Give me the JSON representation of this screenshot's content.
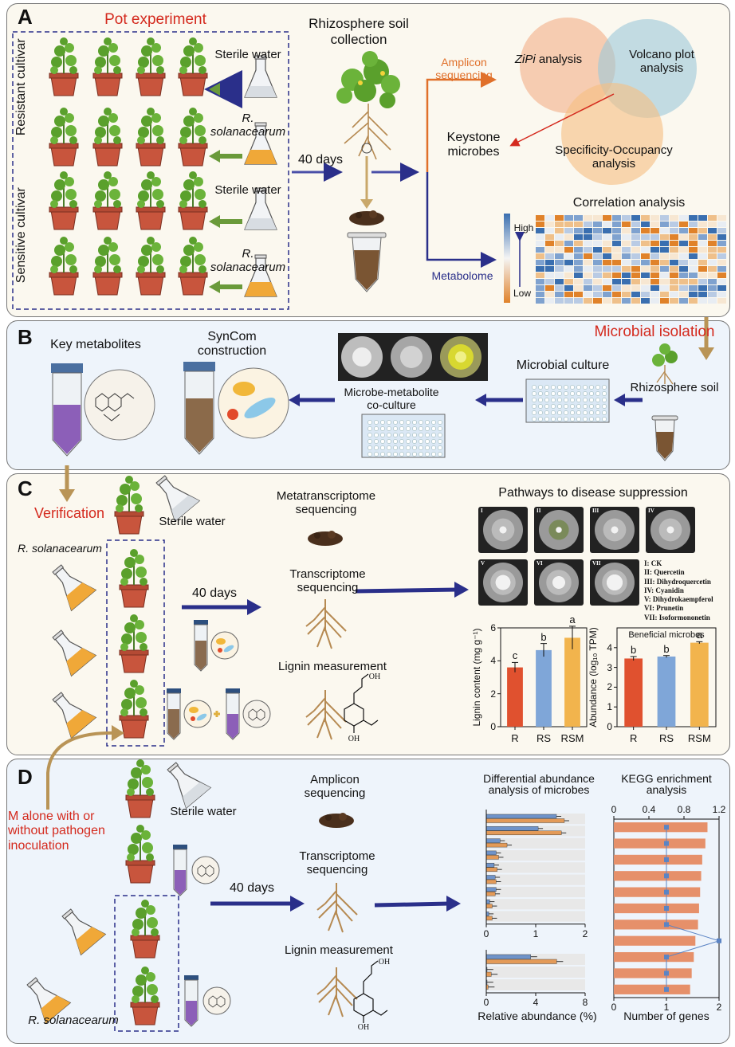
{
  "panels": {
    "a": {
      "letter": "A",
      "pot_experiment": "Pot experiment",
      "resistant": "Resistant cultivar",
      "sensitive": "Sensitive cultivar",
      "sterile_water_1": "Sterile water",
      "pathogen_1": "R. solanacearum",
      "sterile_water_2": "Sterile water",
      "pathogen_2": "R. solanacearum",
      "days": "40 days",
      "rhizo_collection": "Rhizosphere soil collection",
      "amplicon": "Amplicon sequencing",
      "metabolome": "Metabolome",
      "zipi": "ZiPi",
      "zipi_rest": " analysis",
      "volcano": "Volcano plot analysis",
      "specificity": "Specificity-Occupancy analysis",
      "keystone": "Keystone microbes",
      "correlation": "Correlation analysis",
      "high": "High",
      "low": "Low"
    },
    "b": {
      "letter": "B",
      "microbial_isolation": "Microbial isolation",
      "rhizosphere_soil": "Rhizosphere soil",
      "microbial_culture": "Microbial culture",
      "co_culture": "Microbe-metabolite co-culture",
      "syncom": "SynCom construction",
      "key_metabolites": "Key metabolites"
    },
    "c": {
      "letter": "C",
      "verification": "Verification",
      "sterile_water": "Sterile water",
      "pathogen": "R. solanacearum",
      "days": "40 days",
      "metatranscriptome": "Metatranscriptome sequencing",
      "transcriptome": "Transcriptome sequencing",
      "lignin": "Lignin measurement",
      "pathways": "Pathways to disease suppression",
      "dish_labels": [
        "I",
        "II",
        "III",
        "IV",
        "V",
        "VI",
        "VII"
      ],
      "legend": [
        "I: CK",
        "II: Quercetin",
        "III: Dihydroquercetin",
        "IV: Cyanidin",
        "V: Dihydrokaempferol",
        "VI: Prunetin",
        "VII: Isoformononetin"
      ],
      "oh1": "OH",
      "oh2": "OH"
    },
    "d": {
      "letter": "D",
      "m_alone": "M alone with or without pathogen inoculation",
      "sterile_water": "Sterile water",
      "days": "40 days",
      "pathogen": "R. solanacearum",
      "amplicon": "Amplicon sequencing",
      "transcriptome": "Transcriptome sequencing",
      "lignin": "Lignin measurement",
      "oh1": "OH",
      "oh2": "OH"
    }
  },
  "chart_data": [
    {
      "type": "bar",
      "categories": [
        "R",
        "RS",
        "RSM"
      ],
      "values": [
        3.6,
        4.65,
        5.4
      ],
      "errors": [
        0.3,
        0.4,
        0.7
      ],
      "letters": [
        "c",
        "b",
        "a"
      ],
      "colors": [
        "#e0512f",
        "#7fa6d8",
        "#f2b44d"
      ],
      "xlabel": "",
      "ylabel": "Lignin content (mg g⁻¹)",
      "ylim": [
        0,
        6
      ],
      "yticks": [
        "0",
        "2",
        "4",
        "6"
      ]
    },
    {
      "type": "bar",
      "categories": [
        "R",
        "RS",
        "RSM"
      ],
      "values": [
        3.45,
        3.55,
        4.25
      ],
      "errors": [
        0.1,
        0.05,
        0.05
      ],
      "letters": [
        "b",
        "b",
        "a"
      ],
      "colors": [
        "#e0512f",
        "#7fa6d8",
        "#f2b44d"
      ],
      "title": "Beneficial microbes",
      "ylabel": "Abundance (log₁₀ TPM)",
      "ylim": [
        0,
        5
      ],
      "yticks": [
        "0",
        "1",
        "2",
        "3",
        "4"
      ]
    },
    {
      "type": "bar",
      "orientation": "horizontal",
      "title": "Differential abundance analysis of microbes",
      "xlabel": "Relative abundance (%)",
      "series": [
        {
          "color": "#6f93c9",
          "values": [
            1.42,
            1.05,
            0.28,
            0.2,
            0.16,
            0.18,
            0.2,
            0.07,
            0.05
          ]
        },
        {
          "color": "#e39a58",
          "values": [
            1.58,
            1.52,
            0.42,
            0.25,
            0.22,
            0.2,
            0.18,
            0.12,
            0.12
          ]
        }
      ],
      "top_xlim": [
        0,
        2
      ],
      "top_xticks": [
        "0",
        "1",
        "2"
      ],
      "bottom_series": [
        {
          "color": "#6f93c9",
          "values": [
            3.6,
            0.05,
            0.05
          ]
        },
        {
          "color": "#e39a58",
          "values": [
            5.7,
            0.4,
            0.15
          ]
        }
      ],
      "bottom_xlim": [
        0,
        8
      ],
      "bottom_xticks": [
        "0",
        "4",
        "8"
      ]
    },
    {
      "type": "bar",
      "orientation": "horizontal",
      "title": "KEGG enrichment analysis",
      "xlabel": "Number of genes",
      "bar_values": [
        1.78,
        1.74,
        1.68,
        1.66,
        1.64,
        1.62,
        1.6,
        1.55,
        1.52,
        1.48,
        1.45
      ],
      "line_values": [
        0.6,
        0.6,
        0.6,
        0.6,
        0.6,
        0.6,
        0.6,
        1.2,
        0.6,
        0.6,
        0.6
      ],
      "bar_xlim": [
        0,
        2
      ],
      "bar_xticks": [
        "0",
        "1",
        "2"
      ],
      "line_xlim": [
        0,
        1.2
      ],
      "line_xticks": [
        "0",
        "0.4",
        "0.8",
        "1.2"
      ],
      "bar_color": "#e6906a",
      "line_color": "#5b84c4"
    }
  ]
}
